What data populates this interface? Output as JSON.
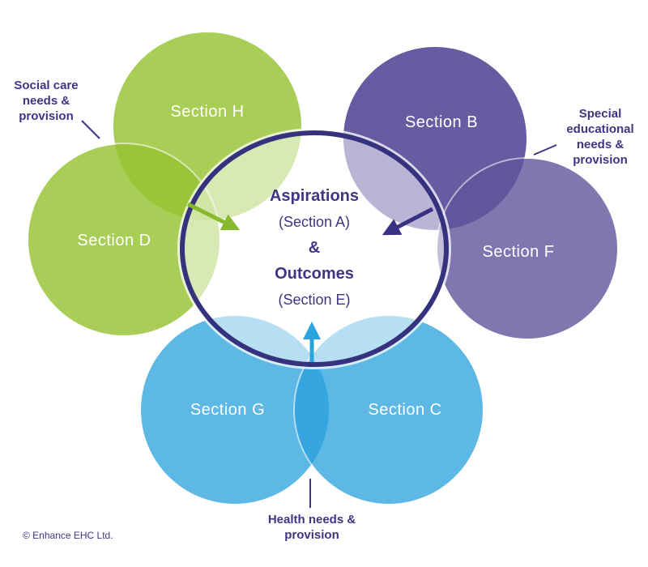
{
  "colors": {
    "circle-green": "rgba(150,195,50,0.82)",
    "circle-purple-b": "rgba(75,63,145,0.85)",
    "circle-purple-f": "rgba(95,85,155,0.80)",
    "circle-blue": "rgba(40,160,220,0.75)",
    "ellipse-border": "#37327e",
    "navy": "#3f3585",
    "arrow-green": "#86b92e",
    "arrow-purple": "#3b3184",
    "arrow-blue": "#2aa3df"
  },
  "circles": [
    {
      "label": "Section H"
    },
    {
      "label": "Section D"
    },
    {
      "label": "Section B"
    },
    {
      "label": "Section F"
    },
    {
      "label": "Section G"
    },
    {
      "label": "Section C"
    }
  ],
  "center": {
    "title": "Aspirations",
    "sectionA": "(Section A)",
    "amp": "&",
    "outcomes": "Outcomes",
    "sectionE": "(Section E)"
  },
  "annotations": {
    "social": "Social care needs & provision",
    "special": "Special educational needs & provision",
    "health": "Health needs & provision"
  },
  "footer": {
    "copyright": "© Enhance EHC Ltd."
  }
}
